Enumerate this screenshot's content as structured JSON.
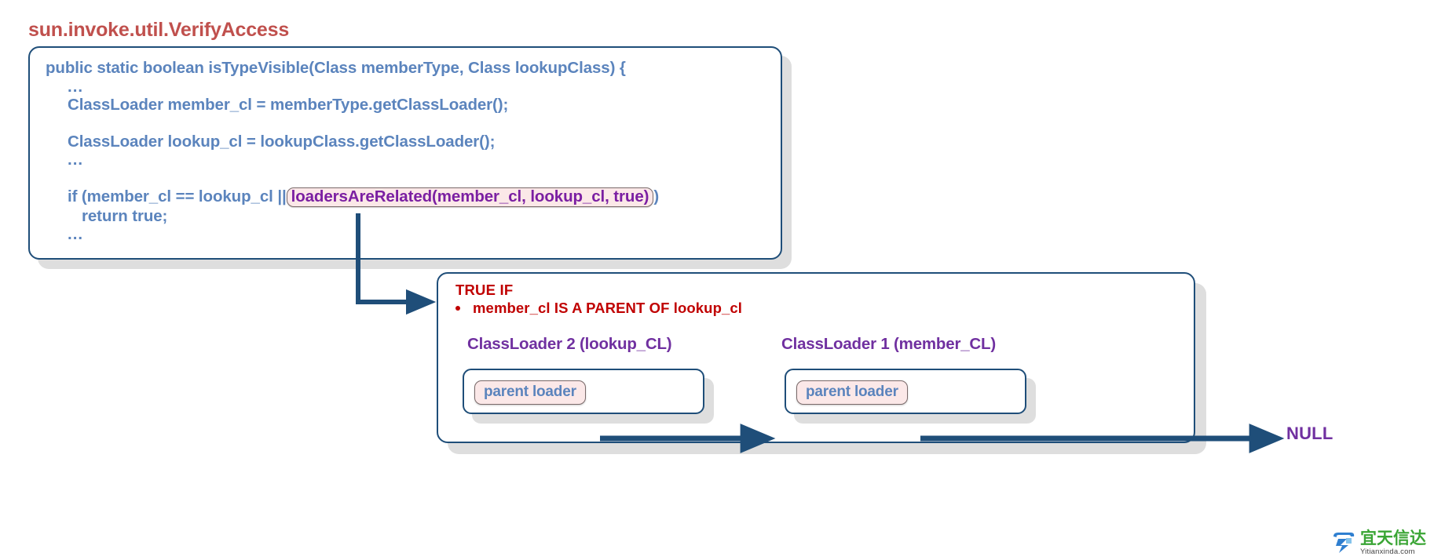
{
  "title": {
    "class_name": "sun.invoke.util.VerifyAccess",
    "color": "#c0504d"
  },
  "code_block": {
    "lines": [
      {
        "text": "public static boolean isTypeVisible(Class memberType, Class lookupClass) {",
        "indent": 0
      },
      {
        "text": "...",
        "indent": 1
      },
      {
        "text": "ClassLoader member_cl = memberType.getClassLoader();",
        "indent": 1
      },
      {
        "text": "",
        "indent": 0
      },
      {
        "text": "ClassLoader lookup_cl = lookupClass.getClassLoader();",
        "indent": 1
      },
      {
        "text": "...",
        "indent": 1
      },
      {
        "text": "",
        "indent": 0
      },
      {
        "text": "if (member_cl == lookup_cl || ",
        "indent": 1
      },
      {
        "text": "return true;",
        "indent": 2
      },
      {
        "text": "...",
        "indent": 1
      }
    ],
    "if_prefix": "if (member_cl == lookup_cl ||",
    "highlighted_call": "loadersAreRelated(member_cl, lookup_cl, true)",
    "if_suffix": ")",
    "return_line": "return true;",
    "ellipsis": "...",
    "text_color": "#5b84bd",
    "highlight_color": "#7b1fa2",
    "highlight_bg": "#fbe8e8"
  },
  "true_panel": {
    "heading": "TRUE IF",
    "bullet": "member_cl IS A PARENT OF lookup_cl",
    "heading_color": "#c00000",
    "classloaders": [
      {
        "label": "ClassLoader 2 (lookup_CL)",
        "pill": "parent loader"
      },
      {
        "label": "ClassLoader 1 (member_CL)",
        "pill": "parent loader"
      }
    ],
    "terminal": "NULL",
    "label_color": "#7030a0"
  },
  "watermark": {
    "cn": "宜天信达",
    "en": "Yitianxinda.com",
    "cn_color": "#3aa535"
  }
}
